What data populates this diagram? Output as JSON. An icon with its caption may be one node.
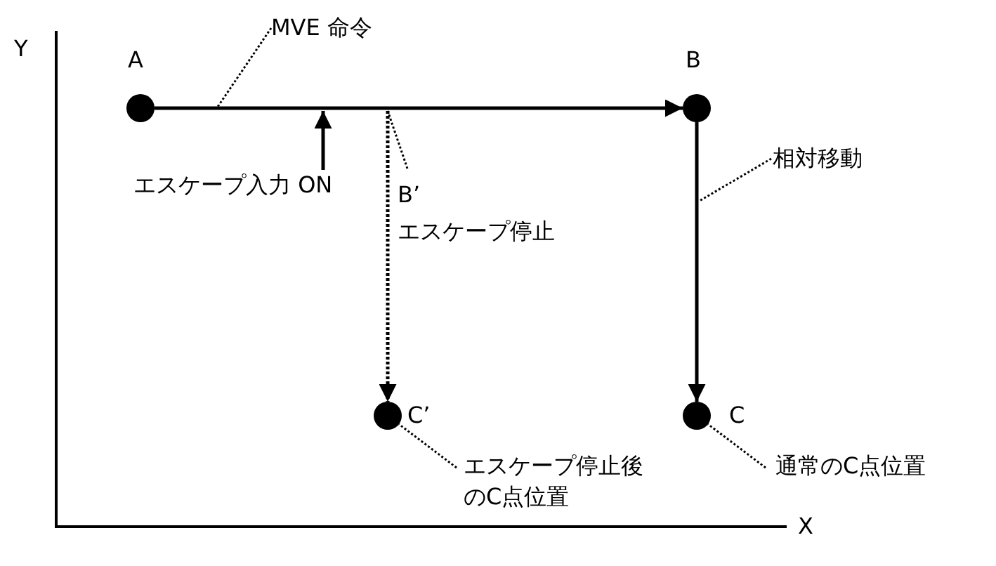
{
  "diagram": {
    "nodes": [
      {
        "text": [],
        "shape": "circle",
        "beside": [
          "A"
        ]
      },
      {
        "text": [],
        "shape": "circle",
        "beside": [
          "B"
        ]
      },
      {
        "text": [],
        "shape": "circle",
        "beside": [
          "C’"
        ]
      },
      {
        "text": [],
        "shape": "circle",
        "beside": [
          "C"
        ]
      },
      {
        "text": [
          "MVE 命令"
        ]
      },
      {
        "text": [
          "エスケープ入力 ON"
        ]
      },
      {
        "text": [
          "B’",
          "エスケープ停止"
        ]
      },
      {
        "text": [
          "相対移動"
        ]
      },
      {
        "text": [
          "エスケープ停止後のC点位置"
        ]
      },
      {
        "text": [
          "通常のC点位置"
        ]
      }
    ],
    "edges": [
      {
        "from": 0,
        "to": 1,
        "arrow": "to"
      },
      {
        "from": 1,
        "to": 3,
        "arrow": "to"
      },
      {
        "from": null,
        "to": 2,
        "arrow": "to",
        "style": "dashed"
      },
      {
        "from": 4,
        "to": null,
        "arrow": "none",
        "style": "dashed"
      },
      {
        "from": 5,
        "to": null,
        "arrow": "to"
      },
      {
        "from": 6,
        "to": null,
        "arrow": "none",
        "style": "dashed"
      },
      {
        "from": 7,
        "to": null,
        "arrow": "none",
        "style": "dashed"
      },
      {
        "from": 8,
        "to": 2,
        "arrow": "none",
        "style": "dashed"
      },
      {
        "from": 9,
        "to": 3,
        "arrow": "none",
        "style": "dashed"
      }
    ],
    "labels": [
      "Y",
      "X"
    ]
  }
}
